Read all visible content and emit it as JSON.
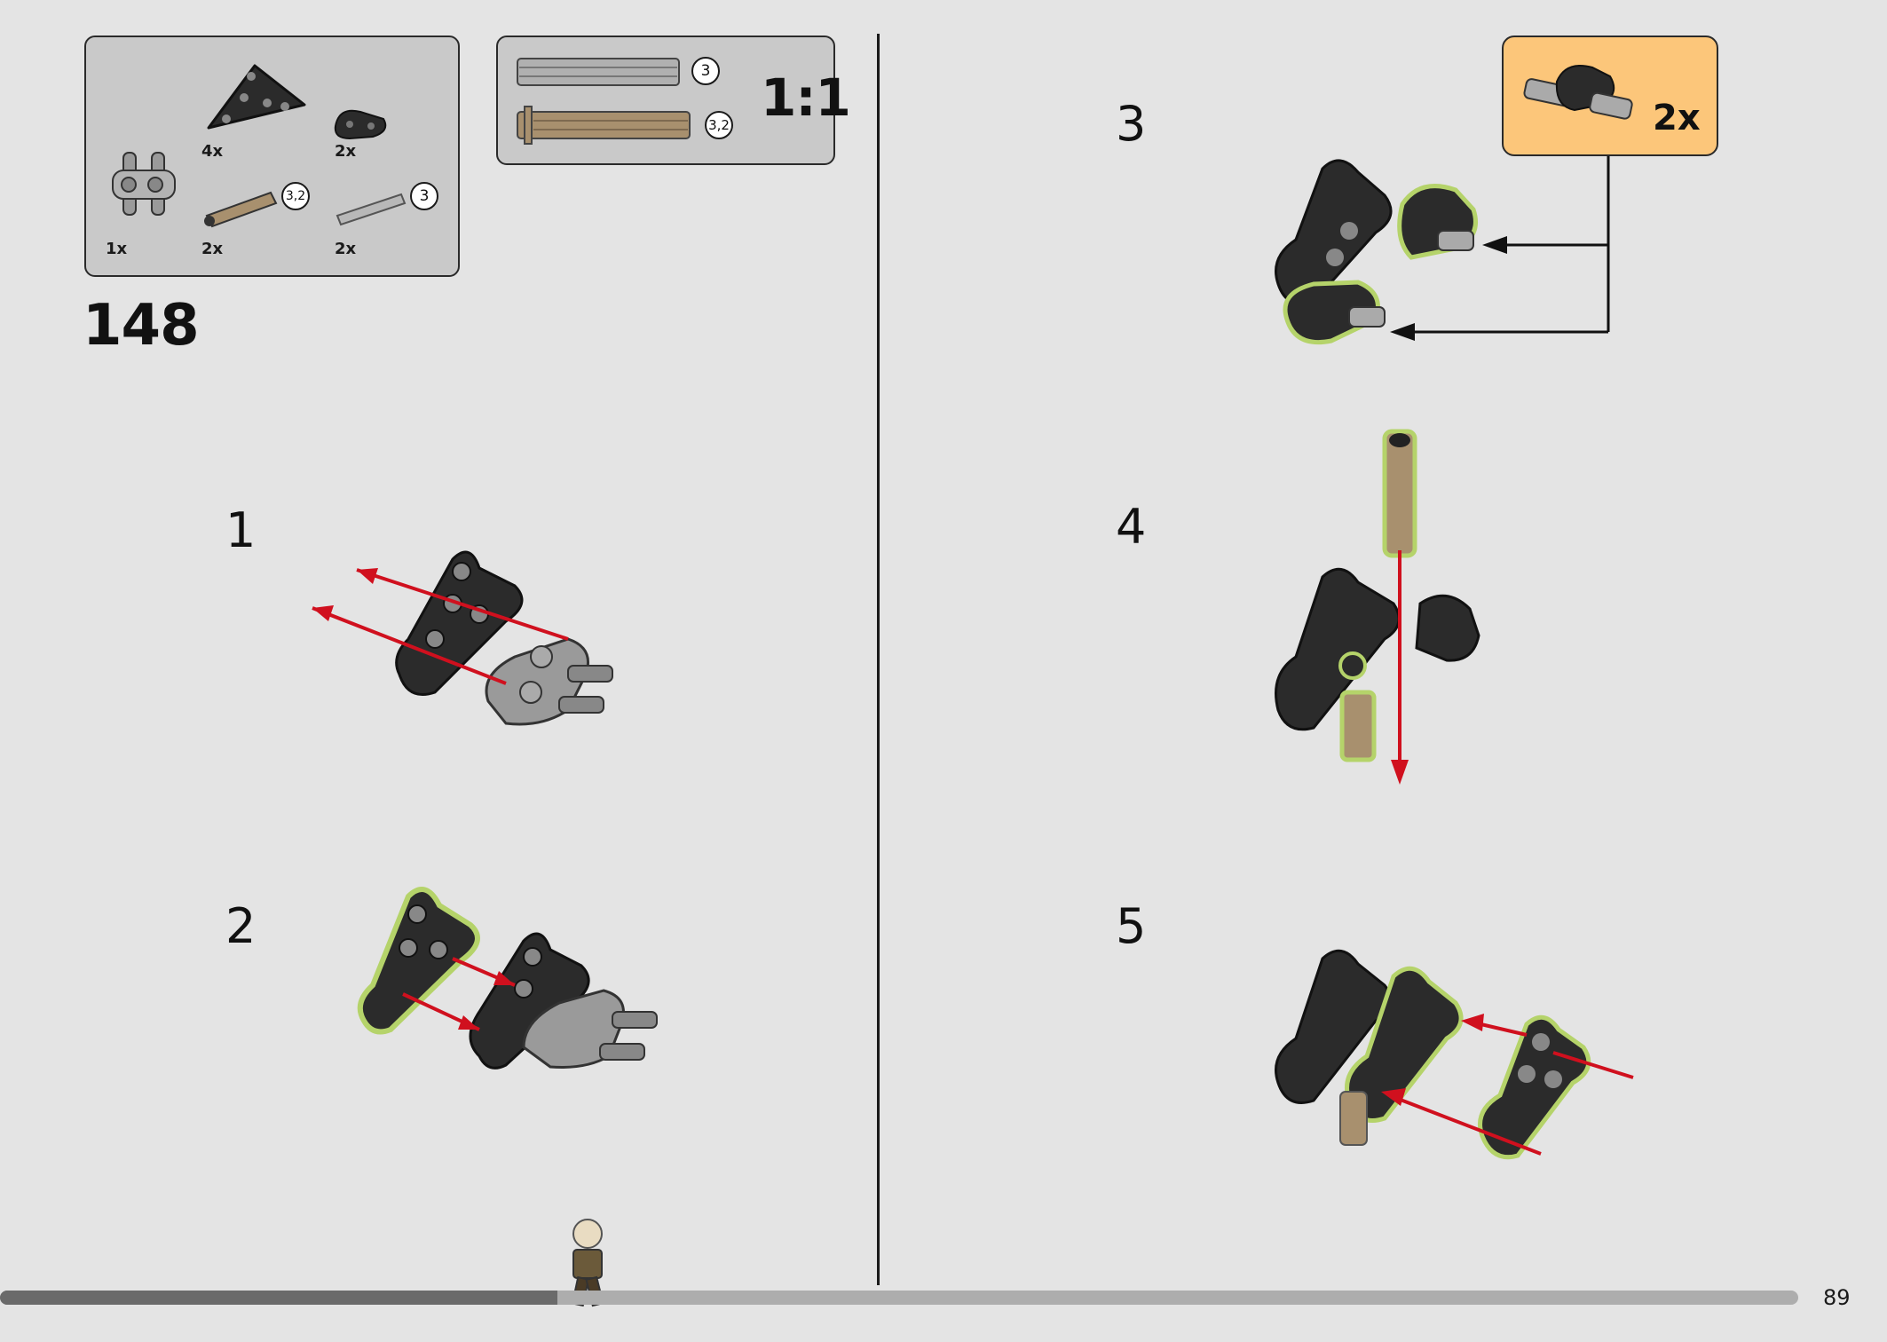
{
  "step": {
    "number": "148"
  },
  "parts_list": [
    {
      "name": "connector-hub-icon",
      "qty": "1x"
    },
    {
      "name": "triangle-beam-icon",
      "qty": "4x"
    },
    {
      "name": "small-liftarm-icon",
      "qty": "2x"
    },
    {
      "name": "tan-axle-icon",
      "qty": "2x",
      "length": "3,2"
    },
    {
      "name": "gray-axle-icon",
      "qty": "2x",
      "length": "3"
    }
  ],
  "scale_box": {
    "label": "1:1",
    "axles": [
      {
        "name": "gray-axle-3-icon",
        "length": "3"
      },
      {
        "name": "tan-axle-32-icon",
        "length": "3,2"
      }
    ]
  },
  "substeps": [
    {
      "number": "1"
    },
    {
      "number": "2"
    },
    {
      "number": "3"
    },
    {
      "number": "4"
    },
    {
      "number": "5"
    }
  ],
  "subassembly_callout": {
    "qty": "2x",
    "icon": "axle-connector-icon"
  },
  "progress": {
    "fraction": 0.31
  },
  "page": {
    "number": "89"
  },
  "colors": {
    "background": "#e4e4e4",
    "callout": "#fcc67a",
    "highlight": "#b5d36a",
    "arrow_red": "#d0101e",
    "part_dark": "#2b2b2b",
    "part_tan": "#a8906e"
  }
}
